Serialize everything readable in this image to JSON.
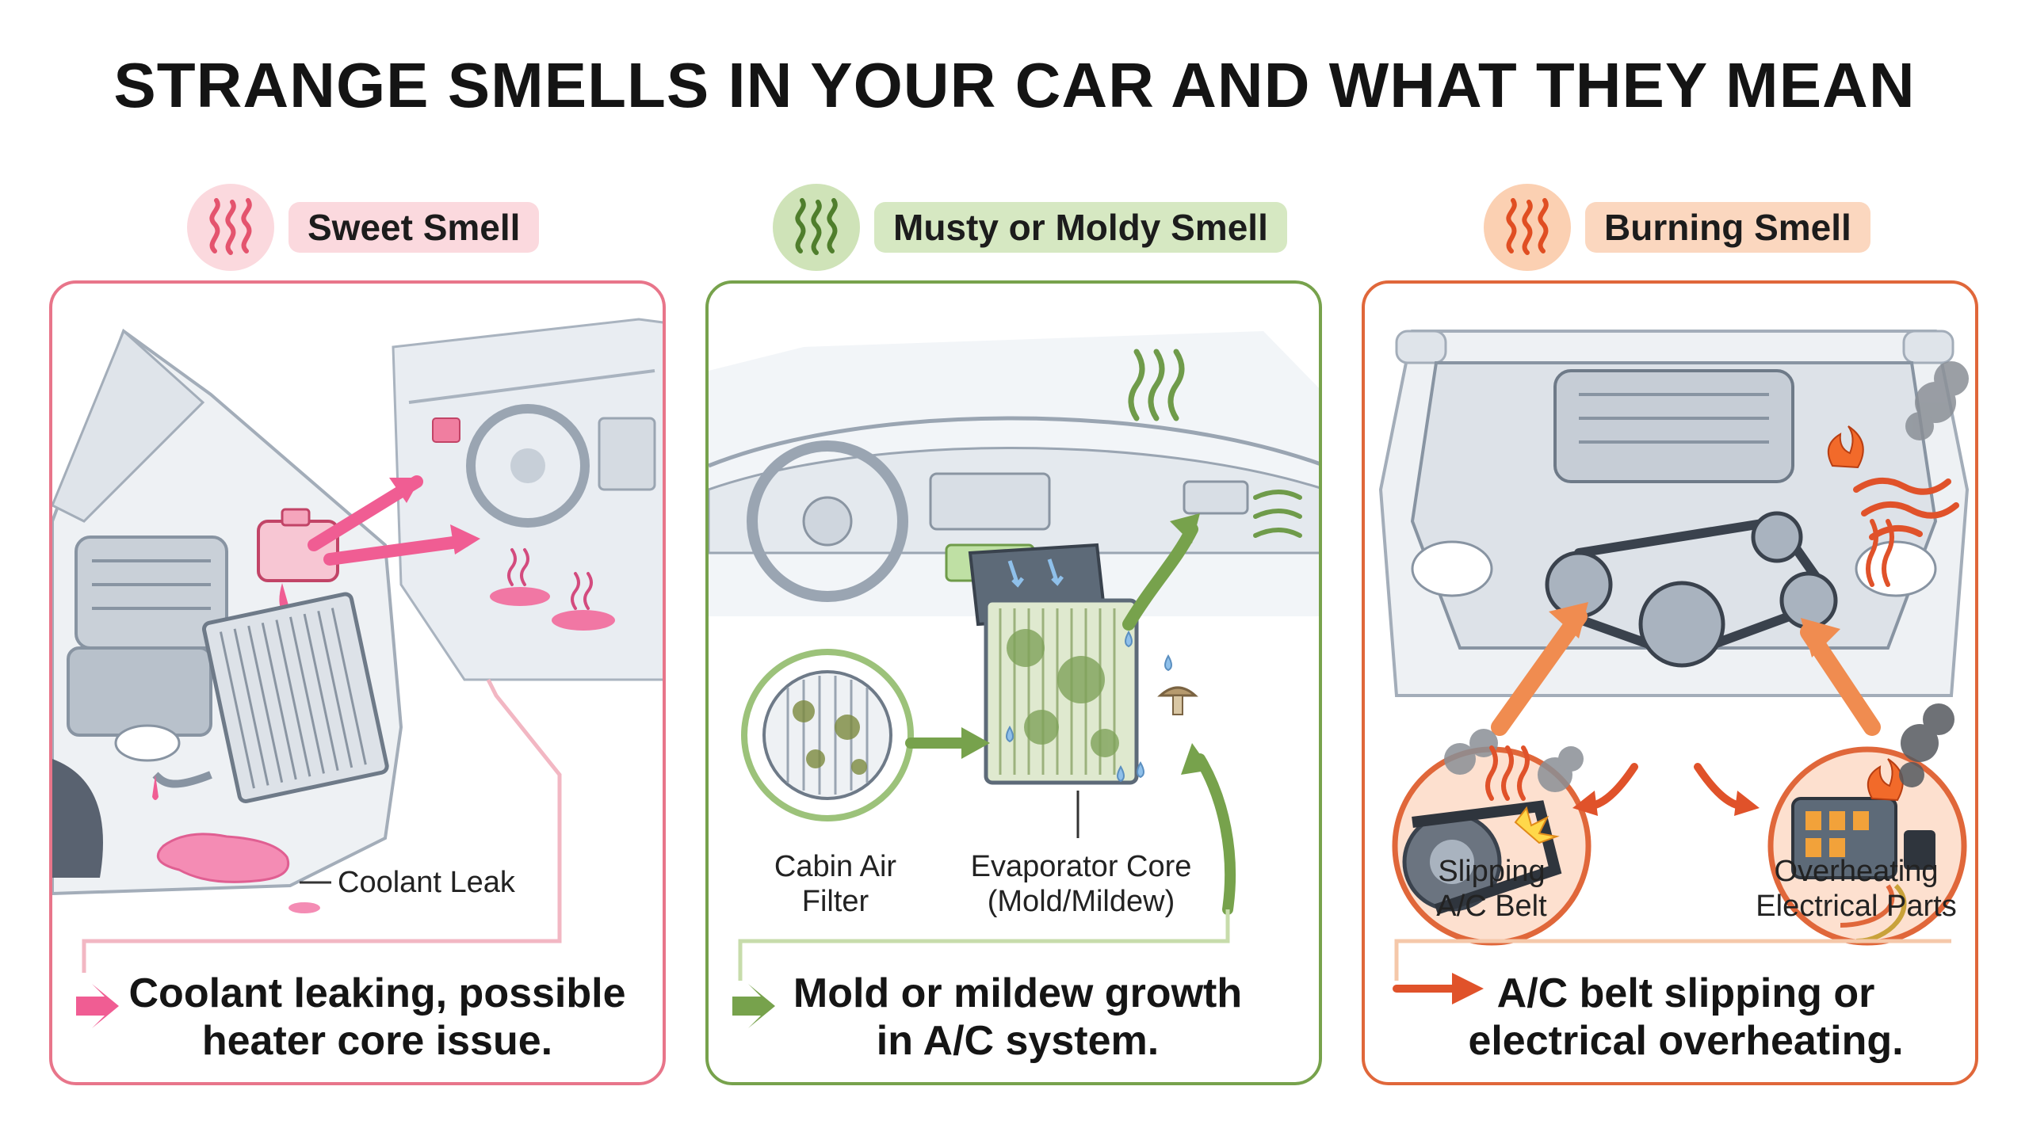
{
  "title": "STRANGE SMELLS IN YOUR CAR AND WHAT THEY MEAN",
  "panels": [
    {
      "heading": "Sweet Smell",
      "labels": [
        "Coolant Leak"
      ],
      "summary_line1": "Coolant leaking, possible",
      "summary_line2": "heater core issue.",
      "icon": "wavy-smell-icon",
      "accent": "#e8758a",
      "pill_bg": "#fbd9de"
    },
    {
      "heading": "Musty or Moldy Smell",
      "labels": [
        "Cabin Air",
        "Filter",
        "Evaporator Core",
        "(Mold/Mildew)"
      ],
      "summary_line1": "Mold or mildew growth",
      "summary_line2": "in A/C system.",
      "icon": "wavy-smell-icon",
      "accent": "#77a24c",
      "pill_bg": "#d6e8c2"
    },
    {
      "heading": "Burning Smell",
      "labels": [
        "Slipping",
        "A/C Belt",
        "Overheating",
        "Electrical Parts"
      ],
      "summary_line1": "A/C belt slipping or",
      "summary_line2": "electrical overheating.",
      "icon": "wavy-smell-icon",
      "accent": "#e0673a",
      "pill_bg": "#fbd7bf"
    }
  ]
}
